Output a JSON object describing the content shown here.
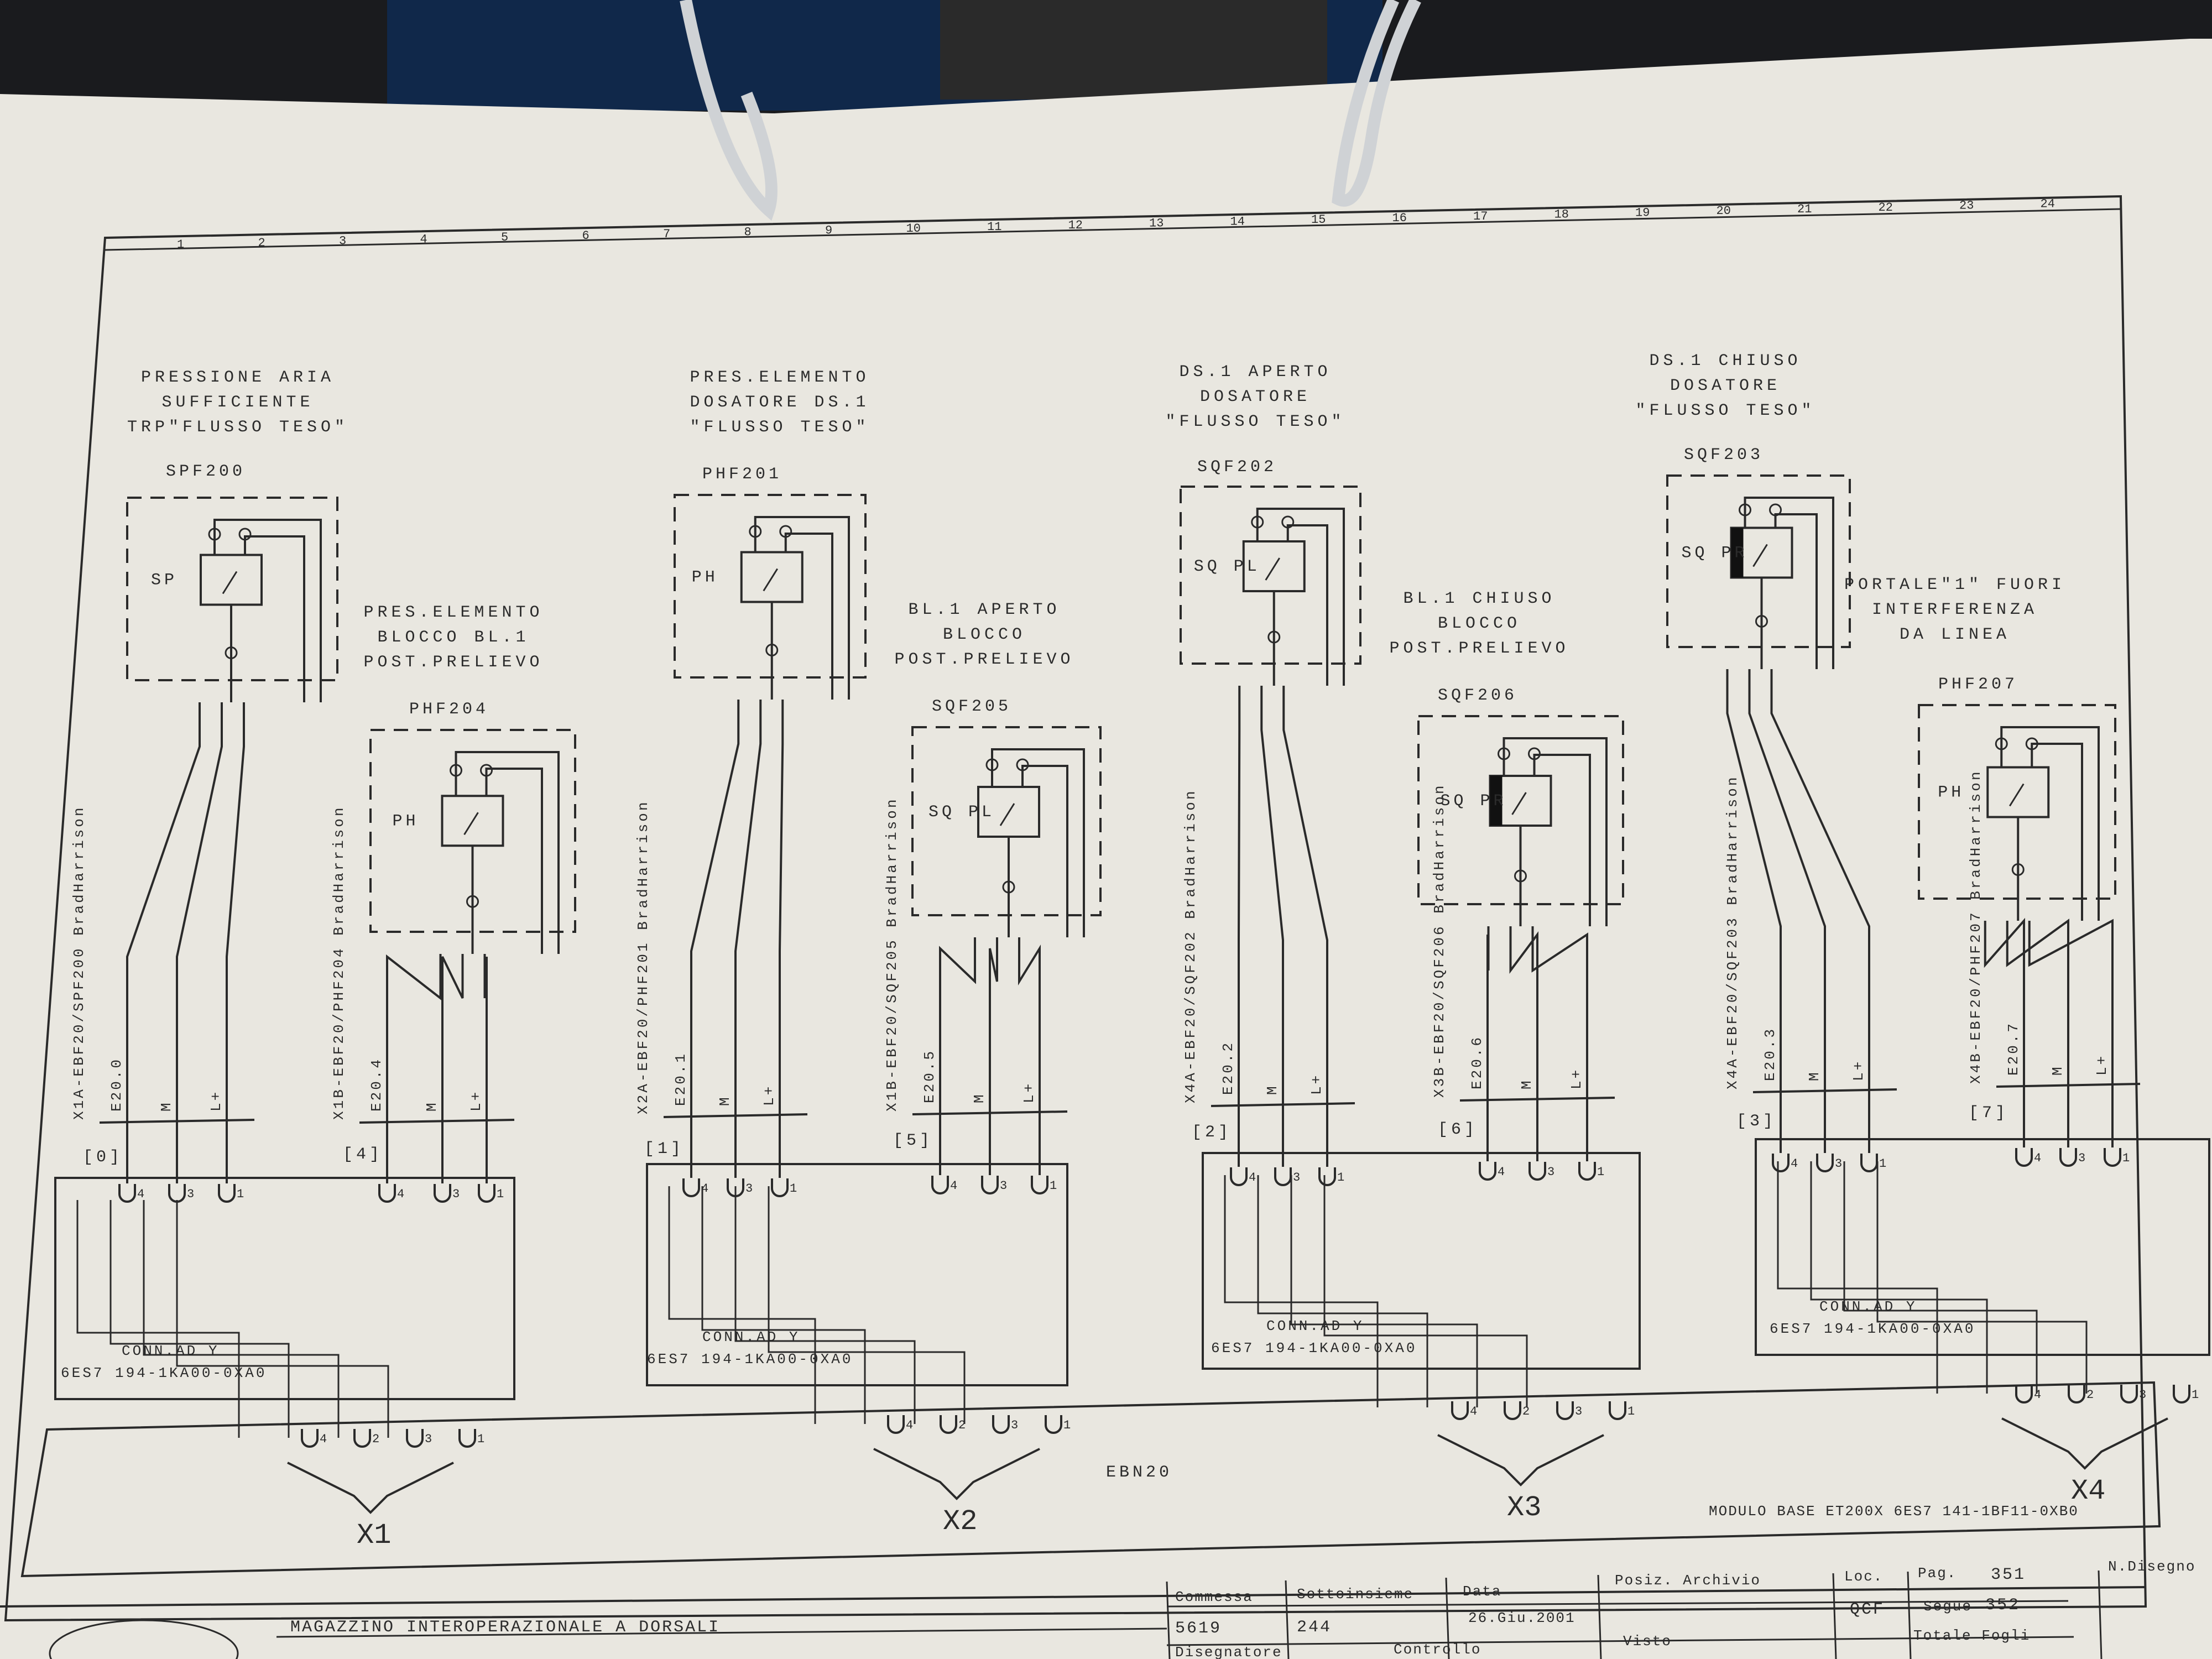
{
  "columns": [
    "1",
    "2",
    "3",
    "4",
    "5",
    "6",
    "7",
    "8",
    "9",
    "10",
    "11",
    "12",
    "13",
    "14",
    "15",
    "16",
    "17",
    "18",
    "19",
    "20",
    "21",
    "22",
    "23",
    "24"
  ],
  "groups": [
    {
      "id": "SPF200",
      "title": [
        "PRESSIONE ARIA",
        "SUFFICIENTE",
        "TRP\"FLUSSO TESO\""
      ],
      "device": "SPF200",
      "device_type": "SP",
      "cable": "X1A-EBF20/SPF200 BradHarrison",
      "signals": [
        "E20.0",
        "M",
        "L+"
      ],
      "index": "[0]",
      "pins": [
        "4",
        "3",
        "1"
      ]
    },
    {
      "id": "PHF204",
      "title": [
        "PRES.ELEMENTO",
        "BLOCCO BL.1",
        "POST.PRELIEVO"
      ],
      "device": "PHF204",
      "device_type": "PH",
      "cable": "X1B-EBF20/PHF204 BradHarrison",
      "signals": [
        "E20.4",
        "M",
        "L+"
      ],
      "index": "[4]",
      "pins": [
        "4",
        "3",
        "1"
      ]
    },
    {
      "id": "PHF201",
      "title": [
        "PRES.ELEMENTO",
        "DOSATORE DS.1",
        "\"FLUSSO TESO\""
      ],
      "device": "PHF201",
      "device_type": "PH",
      "cable": "X2A-EBF20/PHF201 BradHarrison",
      "signals": [
        "E20.1",
        "M",
        "L+"
      ],
      "index": "[1]",
      "pins": [
        "4",
        "3",
        "1"
      ]
    },
    {
      "id": "SQF205",
      "title": [
        "BL.1 APERTO",
        "BLOCCO",
        "POST.PRELIEVO"
      ],
      "device": "SQF205",
      "device_type": "SQ PL",
      "cable": "X1B-EBF20/SQF205 BradHarrison",
      "signals": [
        "E20.5",
        "M",
        "L+"
      ],
      "index": "[5]",
      "pins": [
        "4",
        "3",
        "1"
      ]
    },
    {
      "id": "SQF202",
      "title": [
        "DS.1 APERTO",
        "DOSATORE",
        "\"FLUSSO TESO\""
      ],
      "device": "SQF202",
      "device_type": "SQ PL",
      "cable": "X4A-EBF20/SQF202 BradHarrison",
      "signals": [
        "E20.2",
        "M",
        "L+"
      ],
      "index": "[2]",
      "pins": [
        "4",
        "3",
        "1"
      ]
    },
    {
      "id": "SQF206",
      "title": [
        "BL.1 CHIUSO",
        "BLOCCO",
        "POST.PRELIEVO"
      ],
      "device": "SQF206",
      "device_type": "SQ PR",
      "cable": "X3B-EBF20/SQF206 BradHarrison",
      "signals": [
        "E20.6",
        "M",
        "L+"
      ],
      "index": "[6]",
      "pins": [
        "4",
        "3",
        "1"
      ]
    },
    {
      "id": "SQF203",
      "title": [
        "DS.1 CHIUSO",
        "DOSATORE",
        "\"FLUSSO TESO\""
      ],
      "device": "SQF203",
      "device_type": "SQ PR",
      "cable": "X4A-EBF20/SQF203 BradHarrison",
      "signals": [
        "E20.3",
        "M",
        "L+"
      ],
      "index": "[3]",
      "pins": [
        "4",
        "3",
        "1"
      ]
    },
    {
      "id": "PHF207",
      "title": [
        "PORTALE\"1\" FUORI",
        "INTERFERENZA",
        "DA LINEA"
      ],
      "device": "PHF207",
      "device_type": "PH",
      "cable": "X4B-EBF20/PHF207 BradHarrison",
      "signals": [
        "E20.7",
        "M",
        "L+"
      ],
      "index": "[7]",
      "pins": [
        "4",
        "3",
        "1"
      ]
    }
  ],
  "adapters": [
    {
      "label": "CONN.AD Y",
      "part": "6ES7 194-1KA00-0XA0"
    },
    {
      "label": "CONN.AD Y",
      "part": "6ES7 194-1KA00-0XA0"
    },
    {
      "label": "CONN.AD Y",
      "part": "6ES7 194-1KA00-0XA0"
    },
    {
      "label": "CONN.AD Y",
      "part": "6ES7 194-1KA00-0XA0"
    }
  ],
  "connectors": [
    {
      "name": "X1",
      "pins": [
        "4",
        "2",
        "3",
        "1"
      ]
    },
    {
      "name": "X2",
      "pins": [
        "4",
        "2",
        "3",
        "1"
      ]
    },
    {
      "name": "X3",
      "pins": [
        "4",
        "2",
        "3",
        "1"
      ]
    },
    {
      "name": "X4",
      "pins": [
        "4",
        "2",
        "3",
        "1"
      ]
    }
  ],
  "module": {
    "name": "EBN20",
    "description": "MODULO BASE ET200X 6ES7 141-1BF11-0XB0"
  },
  "title_block": {
    "project_title": "MAGAZZINO INTEROPERAZIONALE A DORSALI",
    "commessa_label": "Commessa",
    "commessa": "5619",
    "sottoinsieme_label": "Sottoinsieme",
    "sottoinsieme": "244",
    "data_label": "Data",
    "data": "26.Giu.2001",
    "archivio_label": "Posiz. Archivio",
    "loc_label": "Loc.",
    "loc": "QCF",
    "pag_label": "Pag.",
    "pag": "351",
    "segue_label": "Segue",
    "segue": "352",
    "totale_label": "Totale Fogli",
    "disegno_label": "N.Disegno",
    "disegnatore_label": "Disegnatore",
    "controllo_label": "Controllo",
    "visto_label": "Visto"
  },
  "colors": {
    "paper": "#e9e7e0",
    "ink": "#2a2a2a",
    "background": "#1a1b1e",
    "binder": "#d9dadb"
  }
}
